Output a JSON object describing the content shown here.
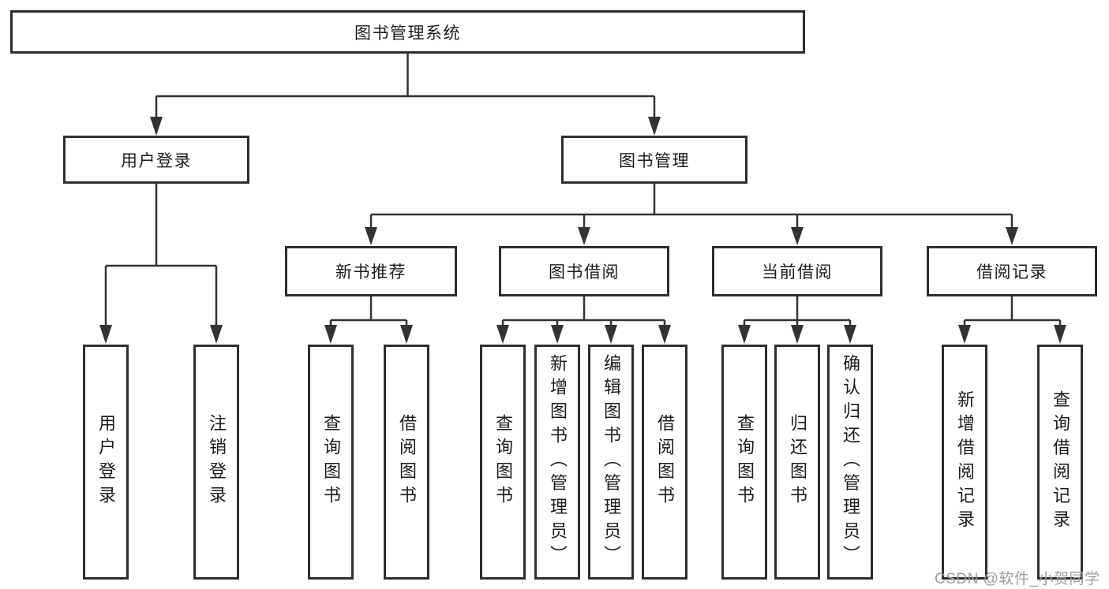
{
  "tree": {
    "label": "图书管理系统",
    "children": [
      {
        "label": "用户登录",
        "children": [
          {
            "label": "用户登录"
          },
          {
            "label": "注销登录"
          }
        ]
      },
      {
        "label": "图书管理",
        "children": [
          {
            "label": "新书推荐",
            "children": [
              {
                "label": "查询图书"
              },
              {
                "label": "借阅图书"
              }
            ]
          },
          {
            "label": "图书借阅",
            "children": [
              {
                "label": "查询图书"
              },
              {
                "label": "新增图书（管理员）"
              },
              {
                "label": "编辑图书（管理员）"
              },
              {
                "label": "借阅图书"
              }
            ]
          },
          {
            "label": "当前借阅",
            "children": [
              {
                "label": "查询图书"
              },
              {
                "label": "归还图书"
              },
              {
                "label": "确认归还（管理员）"
              }
            ]
          },
          {
            "label": "借阅记录",
            "children": [
              {
                "label": "新增借阅记录"
              },
              {
                "label": "查询借阅记录"
              }
            ]
          }
        ]
      }
    ]
  },
  "watermark": {
    "text": "CSDN @软件_小贺同学"
  },
  "colors": {
    "line": "#333333",
    "box_border": "#2e2e2e",
    "text": "#1c1c1c",
    "watermark": "#9e9e9e",
    "background": "#ffffff"
  }
}
